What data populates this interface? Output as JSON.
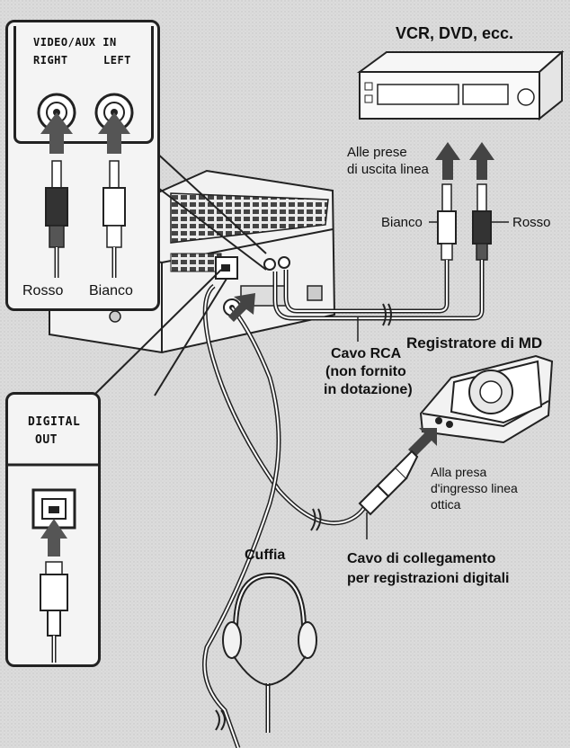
{
  "labels": {
    "video_aux_in": "VIDEO/AUX IN",
    "right": "RIGHT",
    "left": "LEFT",
    "rosso_left_box": "Rosso",
    "bianco_left_box": "Bianco",
    "vcr_dvd": "VCR, DVD, ecc.",
    "alle_prese_line1": "Alle prese",
    "alle_prese_line2": "di uscita linea",
    "bianco_plug": "Bianco",
    "rosso_plug": "Rosso",
    "cavo_rca_line1": "Cavo RCA",
    "cavo_rca_line2": "(non fornito",
    "cavo_rca_line3": "in dotazione)",
    "registratore_md": "Registratore di MD",
    "digital_line1": "DIGITAL",
    "digital_line2": "OUT",
    "alla_presa_line1": "Alla presa",
    "alla_presa_line2": "d'ingresso linea",
    "alla_presa_line3": "ottica",
    "cuffia": "Cuffia",
    "cavo_collegamento_line1": "Cavo di collegamento",
    "cavo_collegamento_line2": "per registrazioni digitali"
  }
}
